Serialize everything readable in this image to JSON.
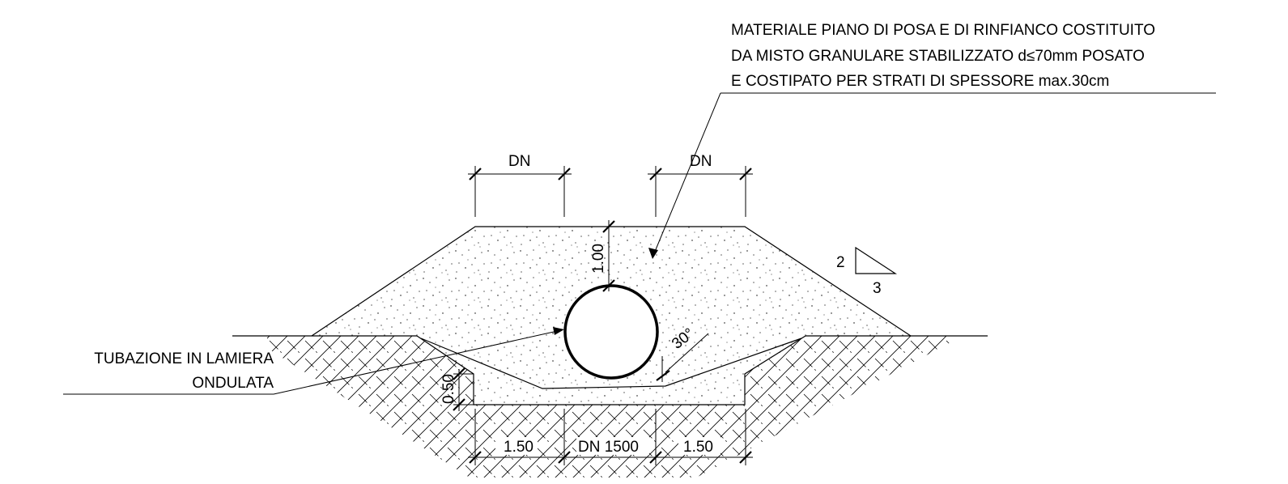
{
  "notes": {
    "fill_material": [
      "MATERIALE PIANO DI POSA E DI RINFIANCO COSTITUITO",
      "DA MISTO GRANULARE STABILIZZATO d≤70mm POSATO",
      "E COSTIPATO PER STRATI DI SPESSORE max.30cm"
    ],
    "pipe": [
      "TUBAZIONE IN LAMIERA",
      "ONDULATA"
    ]
  },
  "dimensions": {
    "dn_left": "DN",
    "dn_right": "DN",
    "cover": "1.00",
    "bedding": "0.50",
    "bottom_left": "1.50",
    "bottom_center": "DN 1500",
    "bottom_right": "1.50",
    "angle": "30°"
  },
  "slope": {
    "rise": "2",
    "run": "3"
  },
  "colors": {
    "ink": "#000000",
    "background": "#ffffff"
  }
}
